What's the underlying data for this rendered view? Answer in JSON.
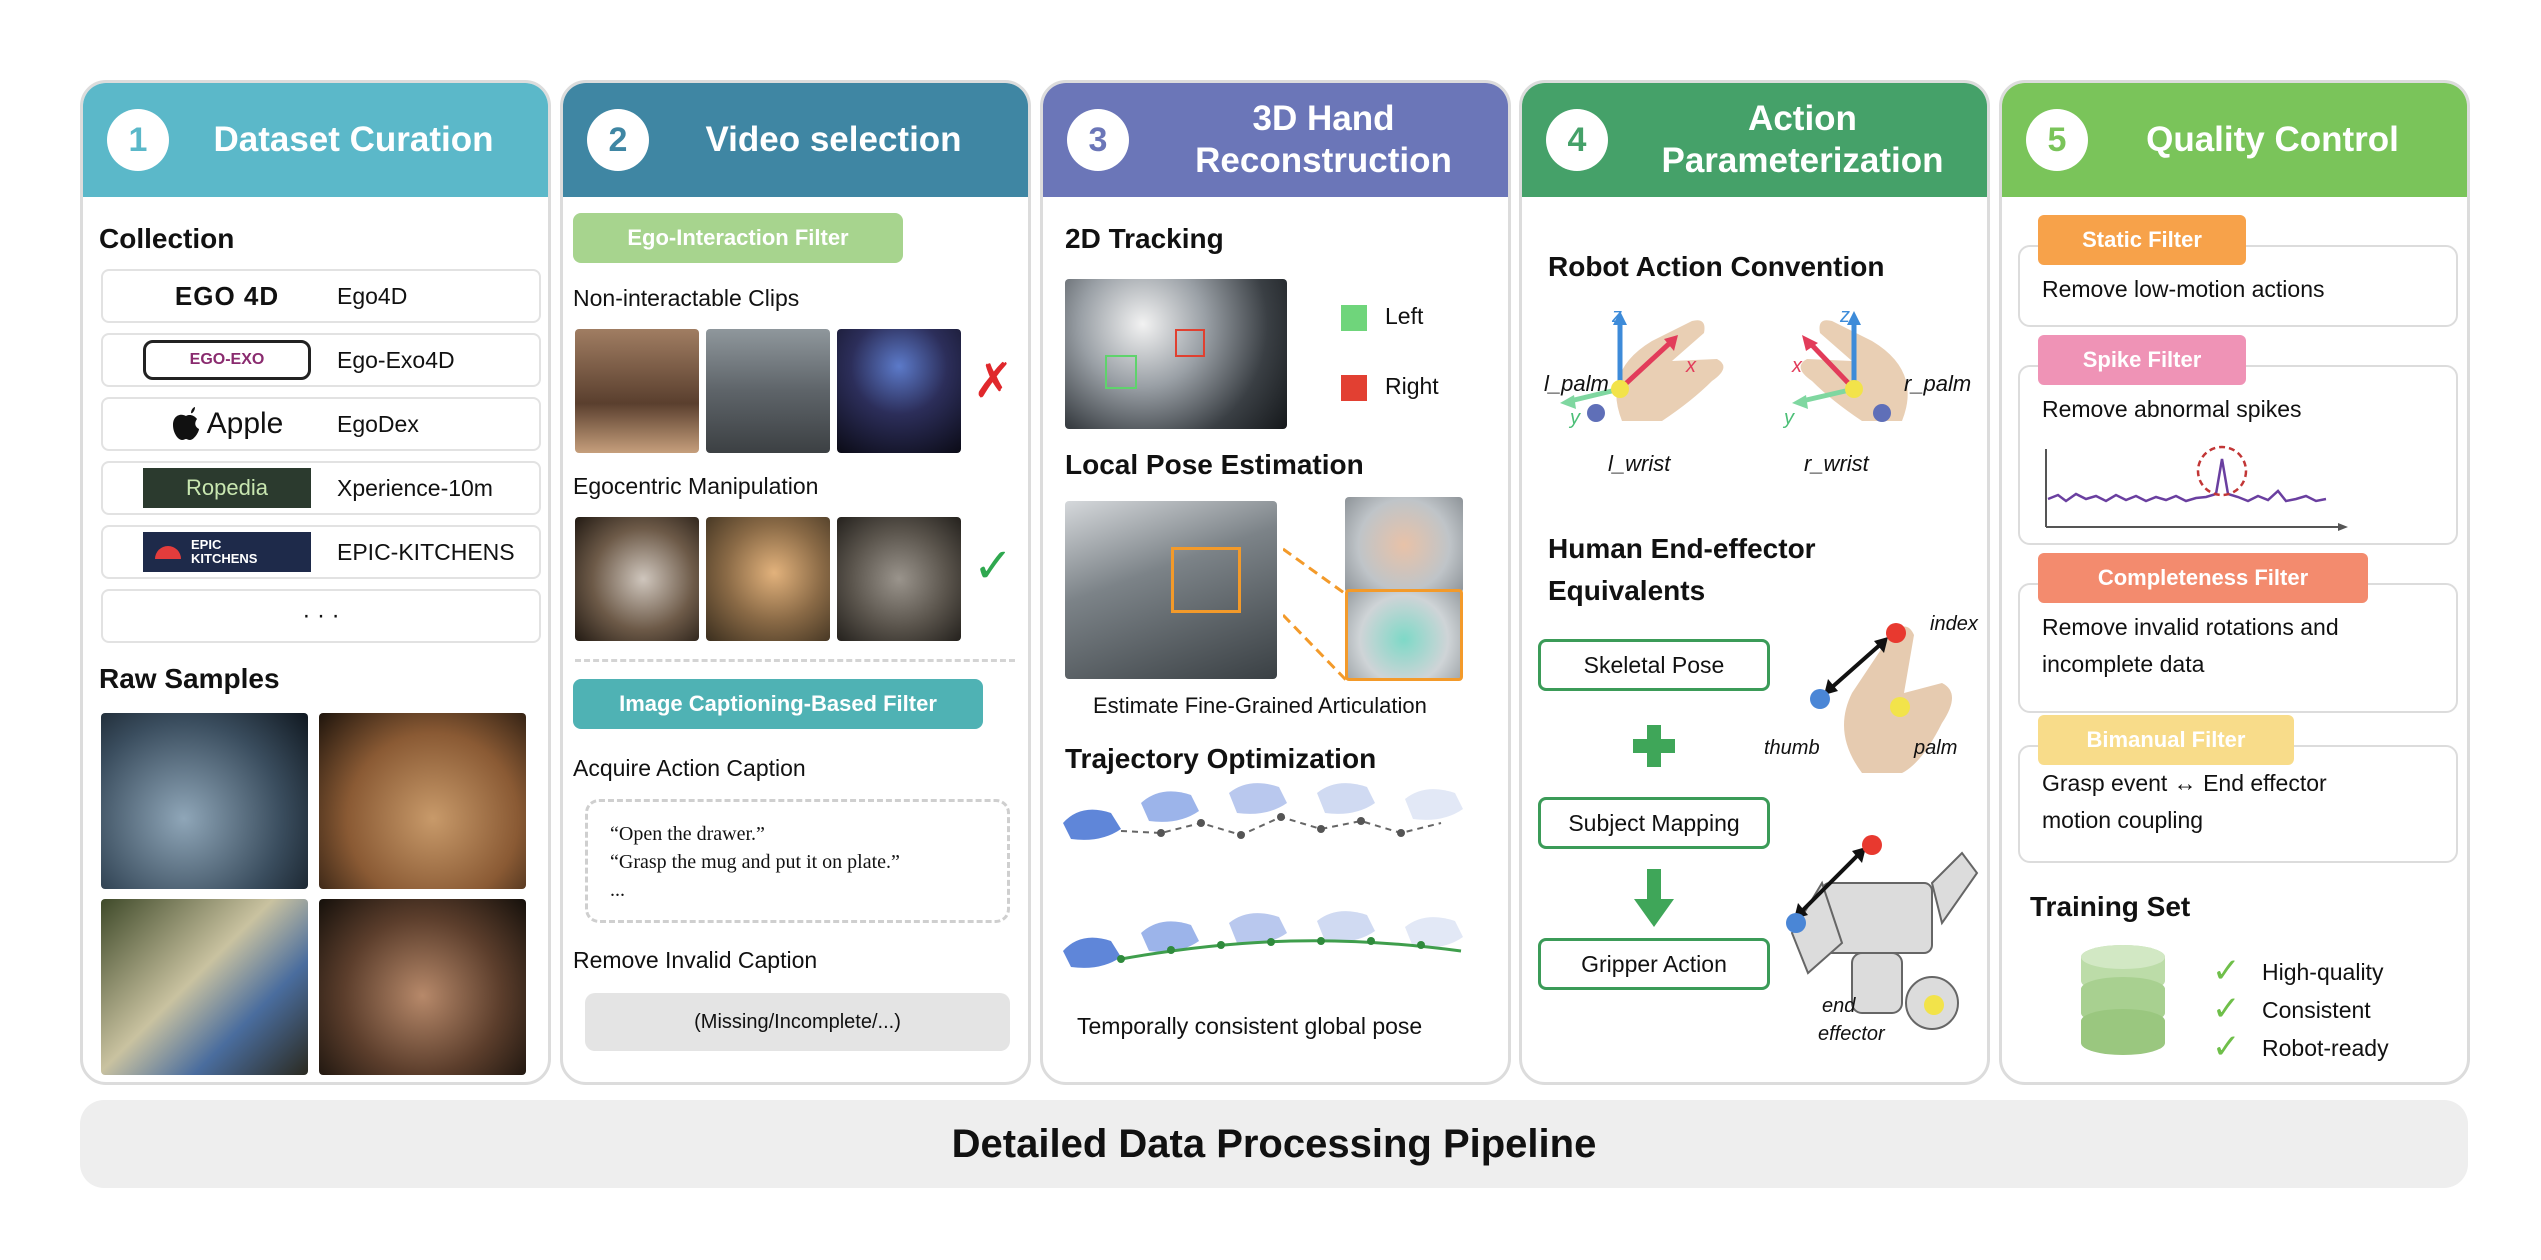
{
  "columns": [
    {
      "num": "1",
      "title": "Dataset Curation",
      "color": "#5bb8c9"
    },
    {
      "num": "2",
      "title": "Video selection",
      "color": "#3f86a3"
    },
    {
      "num": "3",
      "title": "3D Hand Reconstruction",
      "color": "#6b76b8"
    },
    {
      "num": "4",
      "title": "Action Parameterization",
      "color": "#45a169"
    },
    {
      "num": "5",
      "title": "Quality Control",
      "color": "#7ac45a"
    }
  ],
  "col1": {
    "collection_heading": "Collection",
    "datasets": [
      {
        "name": "Ego4D",
        "logo": "EGO 4D"
      },
      {
        "name": "Ego-Exo4D",
        "logo": "EGO-EXO"
      },
      {
        "name": "EgoDex",
        "logo": "Apple"
      },
      {
        "name": "Xperience-10m",
        "logo": "Ropedia"
      },
      {
        "name": "EPIC-KITCHENS",
        "logo": "EPIC KITCHENS"
      }
    ],
    "more": "· · ·",
    "raw_heading": "Raw Samples"
  },
  "col2": {
    "filter1": "Ego-Interaction Filter",
    "non_interact": "Non-interactable Clips",
    "cross": "✗",
    "ego_manip": "Egocentric Manipulation",
    "check": "✓",
    "filter2": "Image Captioning-Based Filter",
    "acquire": "Acquire Action Caption",
    "caption1": "“Open the drawer.”",
    "caption2": "“Grasp the mug and put it on plate.”",
    "caption3": "...",
    "remove": "Remove Invalid Caption",
    "invalid": "(Missing/Incomplete/...)"
  },
  "col3": {
    "tracking": "2D Tracking",
    "left": "Left",
    "right": "Right",
    "local_pose": "Local Pose Estimation",
    "articulation": "Estimate Fine-Grained Articulation",
    "trajectory": "Trajectory Optimization",
    "global_pose": "Temporally consistent global pose"
  },
  "col4": {
    "robot_conv": "Robot Action Convention",
    "l_palm": "l_palm",
    "l_wrist": "l_wrist",
    "r_palm": "r_palm",
    "r_wrist": "r_wrist",
    "axis_x": "x",
    "axis_y": "y",
    "axis_z": "z",
    "human_ee_1": "Human End-effector",
    "human_ee_2": "Equivalents",
    "skeletal": "Skeletal Pose",
    "subject": "Subject Mapping",
    "gripper": "Gripper Action",
    "index": "index",
    "thumb": "thumb",
    "palm": "palm",
    "end": "end",
    "effector": "effector"
  },
  "col5": {
    "static_tag": "Static Filter",
    "static_text": "Remove low-motion actions",
    "spike_tag": "Spike Filter",
    "spike_text": "Remove abnormal spikes",
    "complete_tag": "Completeness Filter",
    "complete_text1": "Remove invalid rotations and",
    "complete_text2": "incomplete data",
    "bimanual_tag": "Bimanual Filter",
    "bimanual_text1": "Grasp event ↔ End effector",
    "bimanual_text2": "motion coupling",
    "training": "Training Set",
    "q1": "High-quality",
    "q2": "Consistent",
    "q3": "Robot-ready",
    "tag_colors": {
      "static": "#f7a24a",
      "spike": "#ef93b6",
      "complete": "#f38b6e",
      "bimanual": "#f8dc8a"
    }
  },
  "footer": "Detailed Data Processing Pipeline"
}
